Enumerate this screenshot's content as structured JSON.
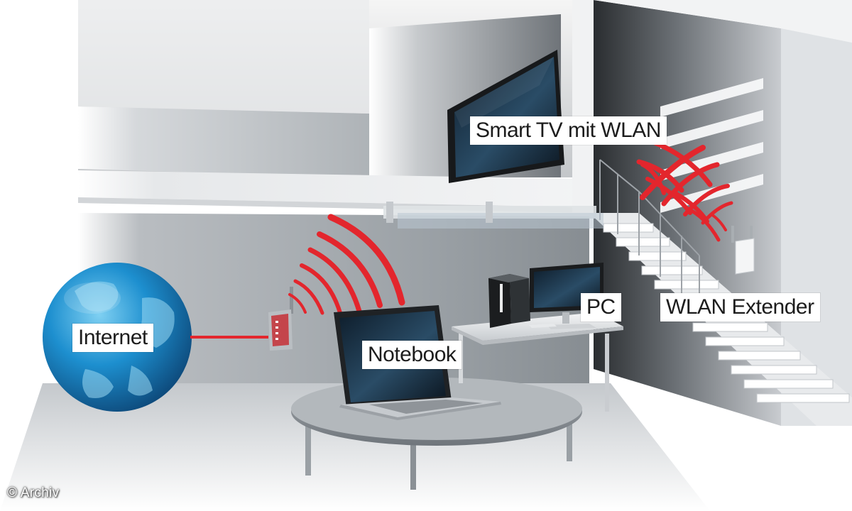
{
  "labels": {
    "smart_tv": "Smart TV mit WLAN",
    "internet": "Internet",
    "notebook": "Notebook",
    "pc": "PC",
    "extender": "WLAN Extender"
  },
  "credit": "© Archiv",
  "colors": {
    "signal": "#e3262d",
    "globe": "#1a86c4",
    "wall": "#8f959b",
    "floor": "#cfd3d7"
  },
  "icons": [
    "globe-icon",
    "router-icon",
    "laptop-icon",
    "desktop-pc-icon",
    "monitor-icon",
    "smart-tv-icon",
    "wlan-extender-icon",
    "wifi-signal-icon"
  ]
}
